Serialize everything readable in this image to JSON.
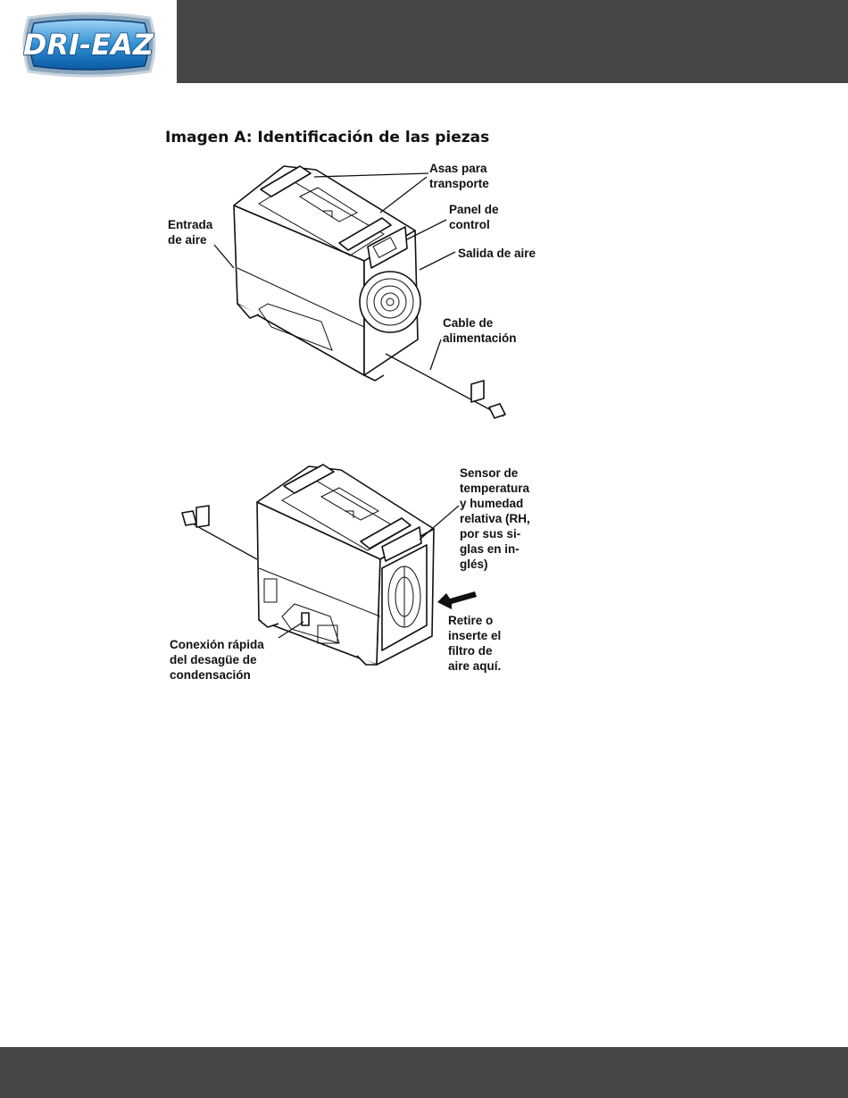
{
  "brand": {
    "logo_text": "DRI-EAZ"
  },
  "title": "Imagen A: Identificación de las piezas",
  "figure_top": {
    "labels": {
      "carry_handles": "Asas para\ntransporte",
      "control_panel": "Panel de\ncontrol",
      "air_inlet": "Entrada\nde aire",
      "air_outlet": "Salida de aire",
      "power_cord": "Cable de\nalimentación"
    }
  },
  "figure_bottom": {
    "labels": {
      "sensor": "Sensor de\ntemperatura\ny humedad\nrelativa (RH,\npor sus si-\nglas en in-\nglés)",
      "filter": "Retire o\ninserte el\nfiltro de\naire aquí.",
      "drain": "Conexión rápida\ndel desagüe de\ncondensación"
    }
  }
}
